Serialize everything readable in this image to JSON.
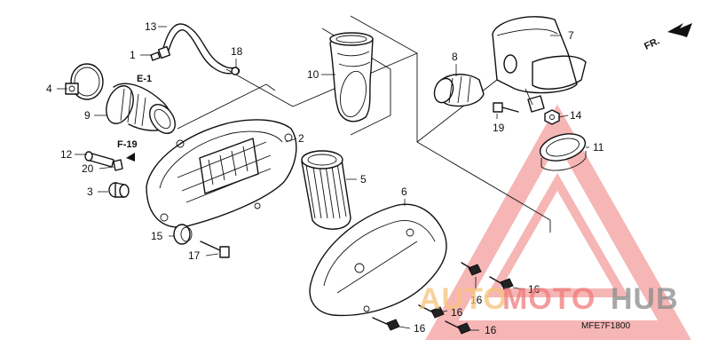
{
  "diagram_code": "MFE7F1800",
  "direction_label": "FR.",
  "refs": {
    "e1": "E-1",
    "f19": "F-19"
  },
  "callouts": {
    "c1": "1",
    "c2": "2",
    "c3": "3",
    "c4": "4",
    "c5": "5",
    "c6": "6",
    "c7": "7",
    "c8": "8",
    "c9": "9",
    "c10": "10",
    "c11": "11",
    "c12": "12",
    "c13": "13",
    "c14": "14",
    "c15": "15",
    "c16a": "16",
    "c16b": "16",
    "c16c": "16",
    "c16d": "16",
    "c17": "17",
    "c18": "18",
    "c19": "19",
    "c20": "20"
  },
  "watermark": {
    "part1": "AUTO",
    "part2": "MOTO",
    "part3": "HUB"
  },
  "colors": {
    "watermark_red": "#f07b7b",
    "watermark_orange": "#f6c27a",
    "watermark_gray": "#8a8a8a",
    "line": "#111111"
  }
}
